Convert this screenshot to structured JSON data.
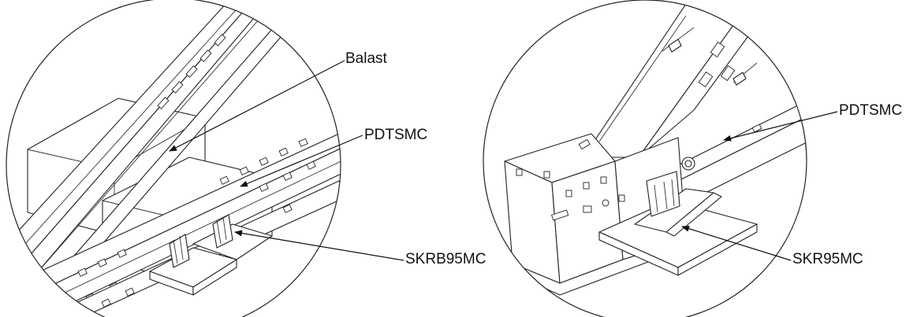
{
  "callouts": {
    "balast": "Balast",
    "left_rail": "PDTSMC",
    "left_base": "SKRB95MC",
    "right_rail": "PDTSMC",
    "right_base": "SKR95MC"
  }
}
